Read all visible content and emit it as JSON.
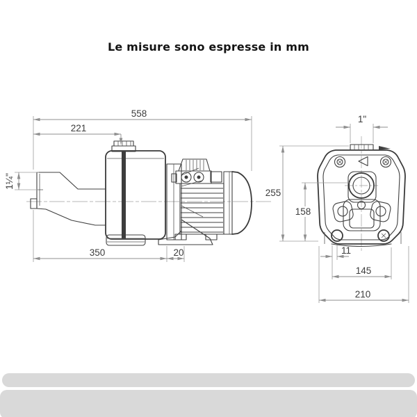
{
  "title": "Le misure sono espresse in mm",
  "side_view": {
    "dim_total_length": "558",
    "dim_port_offset": "221",
    "dim_inlet_thread": "1¼\"",
    "dim_base_length": "350",
    "dim_foot_offset": "20"
  },
  "front_view": {
    "dim_outlet_thread": "1\"",
    "dim_total_height": "255",
    "dim_axis_height": "158",
    "dim_slot_offset": "11",
    "dim_hole_spacing": "145",
    "dim_total_width": "210"
  },
  "colors": {
    "background": "#ffffff",
    "drawing_line": "#3f3f3f",
    "dimension_line": "#8f8f8f",
    "dimension_text": "#3c3c3c",
    "placeholder_bar": "#d9d9d9"
  }
}
